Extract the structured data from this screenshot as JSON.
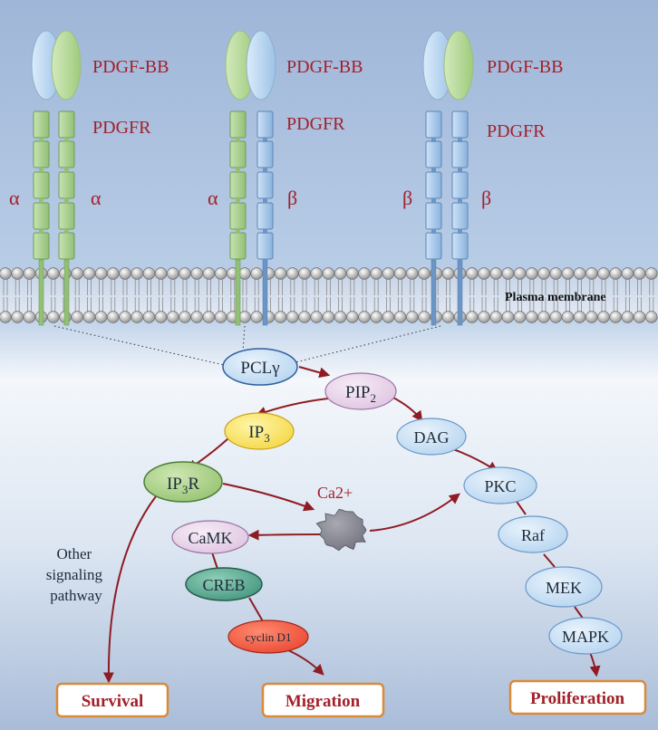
{
  "ligands": [
    {
      "label": "PDGF-BB"
    },
    {
      "label": "PDGF-BB"
    },
    {
      "label": "PDGF-BB"
    }
  ],
  "receptors": [
    {
      "label": "PDGFR",
      "left_chain": "α",
      "right_chain": "α"
    },
    {
      "label": "PDGFR",
      "left_chain": "α",
      "right_chain": "β"
    },
    {
      "label": "PDGFR",
      "left_chain": "β",
      "right_chain": "β"
    }
  ],
  "membrane": {
    "label": "Plasma membrane"
  },
  "nodes": {
    "plcg": "PCLγ",
    "pip2": {
      "base": "PIP",
      "sub": "2"
    },
    "ip3": {
      "base": "IP",
      "sub": "3"
    },
    "dag": "DAG",
    "ip3r": {
      "base": "IP",
      "sub": "3",
      "tail": "R"
    },
    "ca": "Ca2+",
    "pkc": "PKC",
    "camk": "CaMK",
    "raf": "Raf",
    "creb": "CREB",
    "mek": "MEK",
    "cyclin": "cyclin D1",
    "mapk": "MAPK"
  },
  "side_note": [
    "Other",
    "signaling",
    "pathway"
  ],
  "outcomes": {
    "survival": "Survival",
    "migration": "Migration",
    "proliferation": "Proliferation"
  },
  "colors": {
    "arrow": "#8e1c22",
    "label_red": "#a3202a",
    "green_chain": "#a8cf8e",
    "blue_chain": "#8fb4df",
    "outcome_border": "#d98a3a"
  }
}
